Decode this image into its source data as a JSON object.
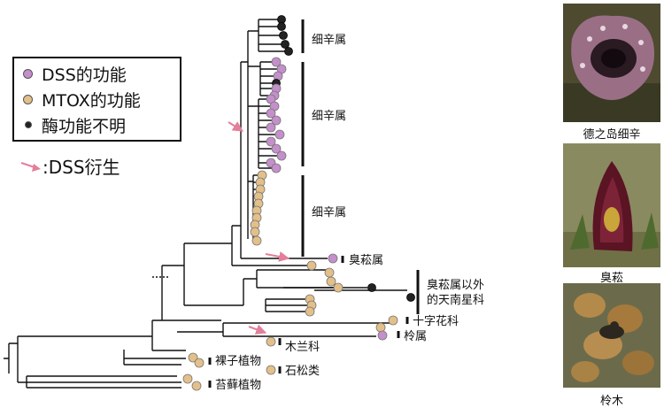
{
  "legend": {
    "dss": "DSS的功能",
    "mtox": "MTOX的功能",
    "unknown": "酶功能不明"
  },
  "arrow_note": ":DSS衍生",
  "clades": {
    "asarum_1": "细辛属",
    "asarum_2": "细辛属",
    "asarum_3": "细辛属",
    "skunk": "臭菘属",
    "other_araceae_line1": "臭菘属以外",
    "other_araceae_line2": "的天南星科",
    "brassicaceae": "十字花科",
    "lindera": "柃属",
    "magnoliaceae": "木兰科",
    "gymnosperms": "裸子植物",
    "lycopods": "石松类",
    "bryophytes": "苔藓植物"
  },
  "photos": [
    {
      "caption": "德之岛细辛"
    },
    {
      "caption": "臭菘"
    },
    {
      "caption": "柃木"
    }
  ],
  "colors": {
    "dss": "#c58fcb",
    "mtox": "#e3c089",
    "unknown": "#222222",
    "arrow": "#e37f9a"
  }
}
